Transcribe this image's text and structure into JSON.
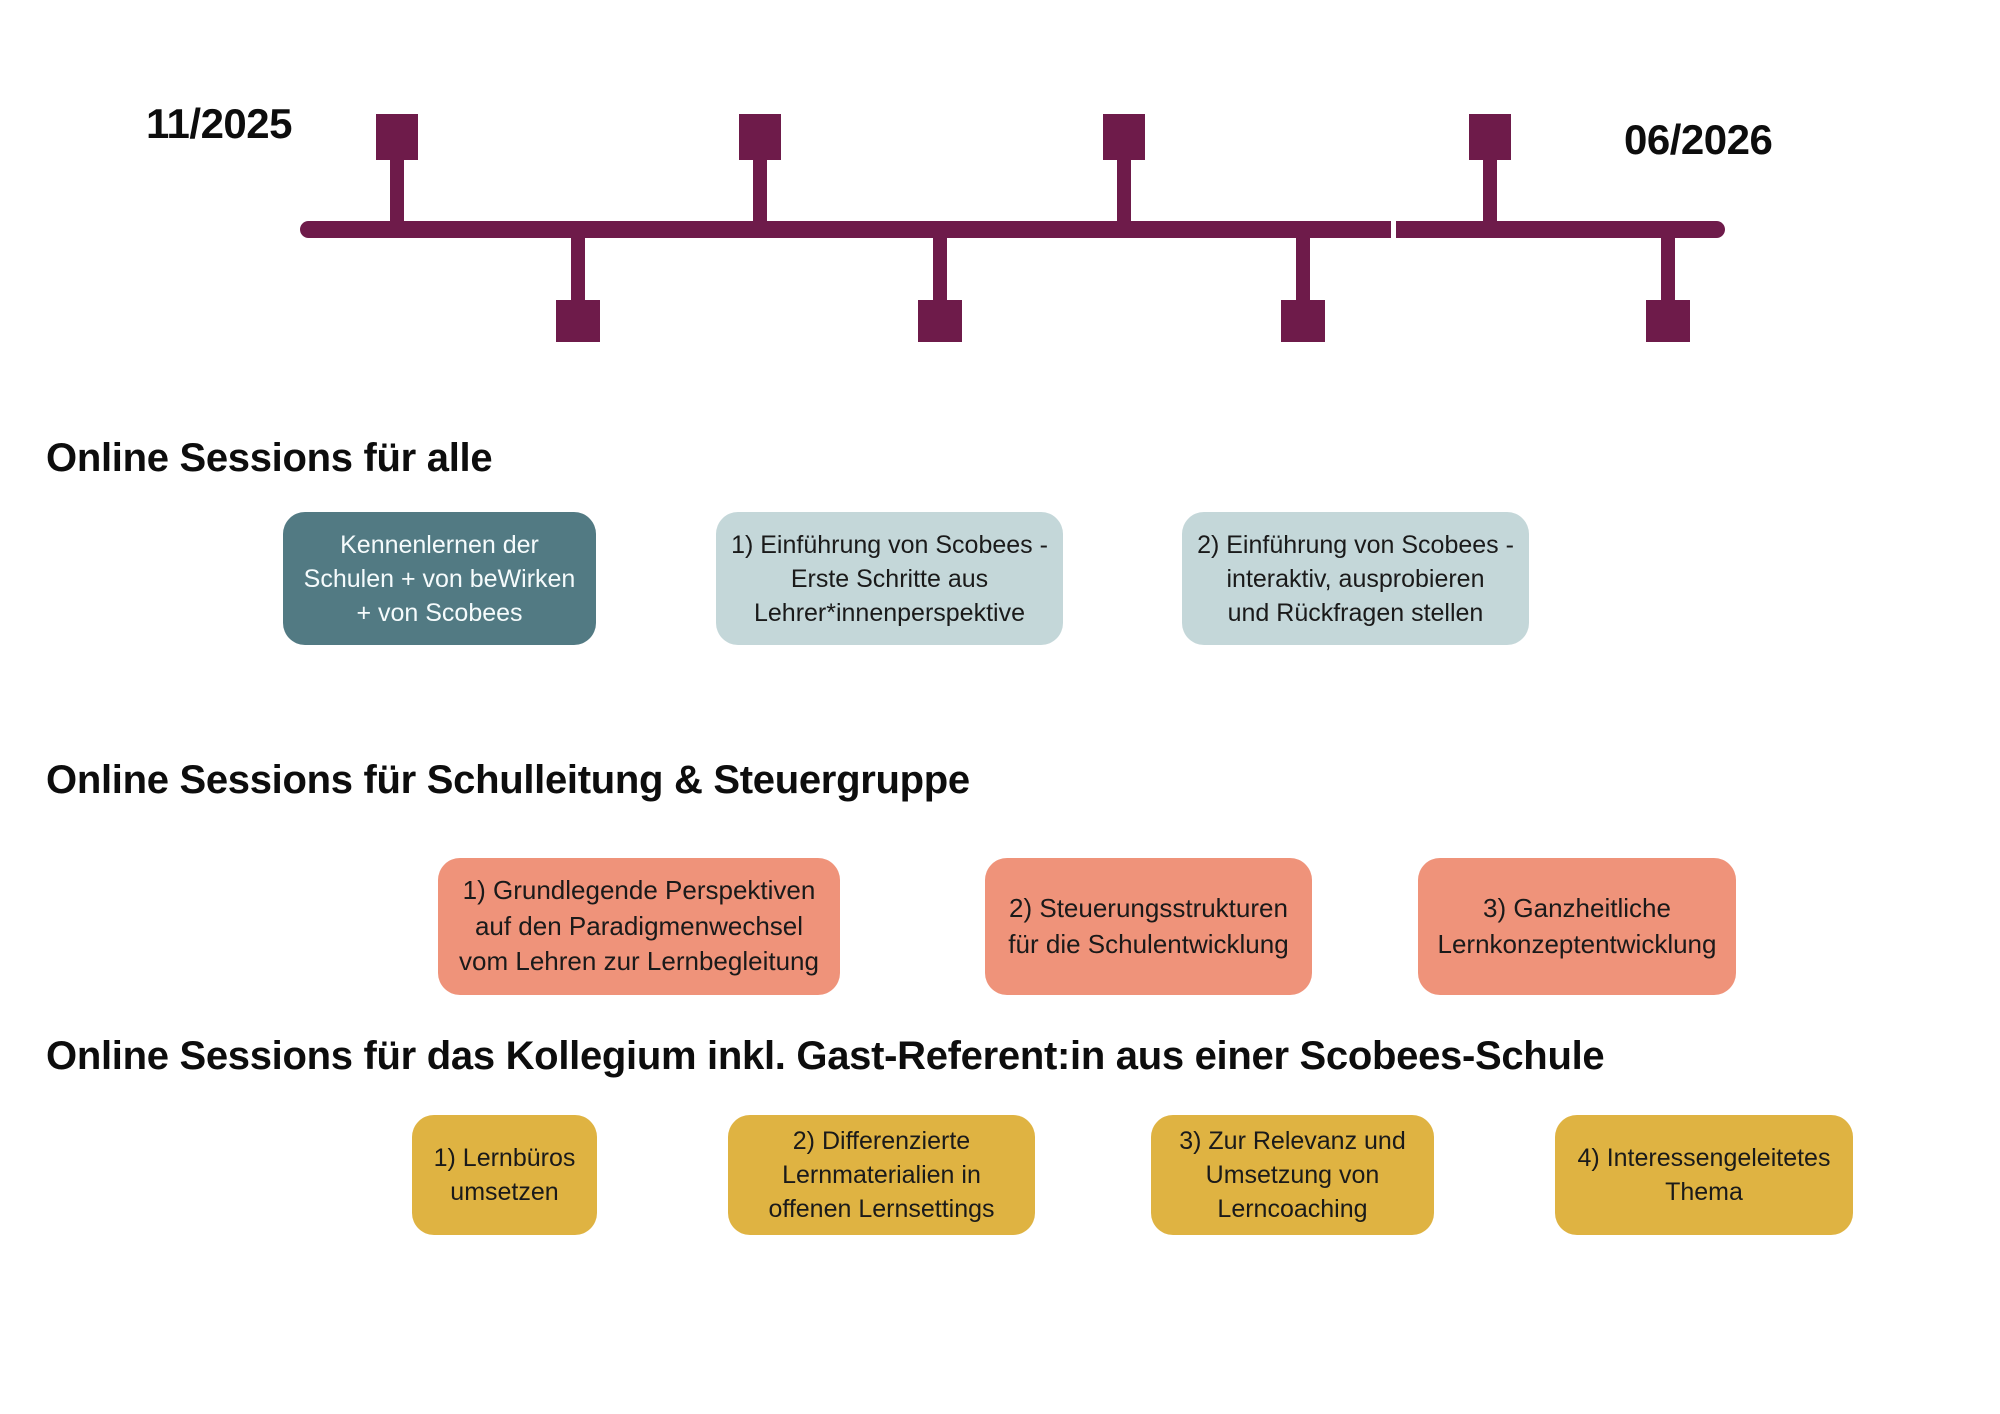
{
  "timeline": {
    "start_label": "11/2025",
    "end_label": "06/2026",
    "markers_above_count": 4,
    "markers_below_count": 4
  },
  "sections": [
    {
      "heading": "Online Sessions für alle",
      "boxes": [
        {
          "text": "Kennenlernen der\nSchulen + von beWirken\n+ von Scobees",
          "style": "teal"
        },
        {
          "text": "1) Einführung von Scobees -\nErste Schritte aus\nLehrer*innenperspektive",
          "style": "light-blue"
        },
        {
          "text": "2) Einführung von Scobees -\ninteraktiv, ausprobieren\nund Rückfragen stellen",
          "style": "light-blue"
        }
      ]
    },
    {
      "heading": "Online Sessions für Schulleitung & Steuergruppe",
      "boxes": [
        {
          "text": "1) Grundlegende Perspektiven\nauf den Paradigmenwechsel\nvom Lehren zur Lernbegleitung",
          "style": "salmon"
        },
        {
          "text": "2) Steuerungsstrukturen\nfür die Schulentwicklung",
          "style": "salmon"
        },
        {
          "text": "3) Ganzheitliche\nLernkonzeptentwicklung",
          "style": "salmon"
        }
      ]
    },
    {
      "heading": "Online Sessions für das Kollegium inkl. Gast-Referent:in aus einer Scobees-Schule",
      "boxes": [
        {
          "text": "1) Lernbüros\numsetzen",
          "style": "yellow"
        },
        {
          "text": "2) Differenzierte\nLernmaterialien in\noffenen Lernsettings",
          "style": "yellow"
        },
        {
          "text": "3) Zur Relevanz und\nUmsetzung von\nLerncoaching",
          "style": "yellow"
        },
        {
          "text": "4) Interessengeleitetes\nThema",
          "style": "yellow"
        }
      ]
    }
  ],
  "colors": {
    "timeline-color": "#6e1b4a",
    "teal": "#527a83",
    "light-blue": "#c4d7d9",
    "salmon": "#ef937a",
    "yellow": "#dfb342",
    "heading-color": "#0d0d0d",
    "box-text-dark": "#1a1a1a",
    "box-text-light": "#f5fbfc"
  }
}
